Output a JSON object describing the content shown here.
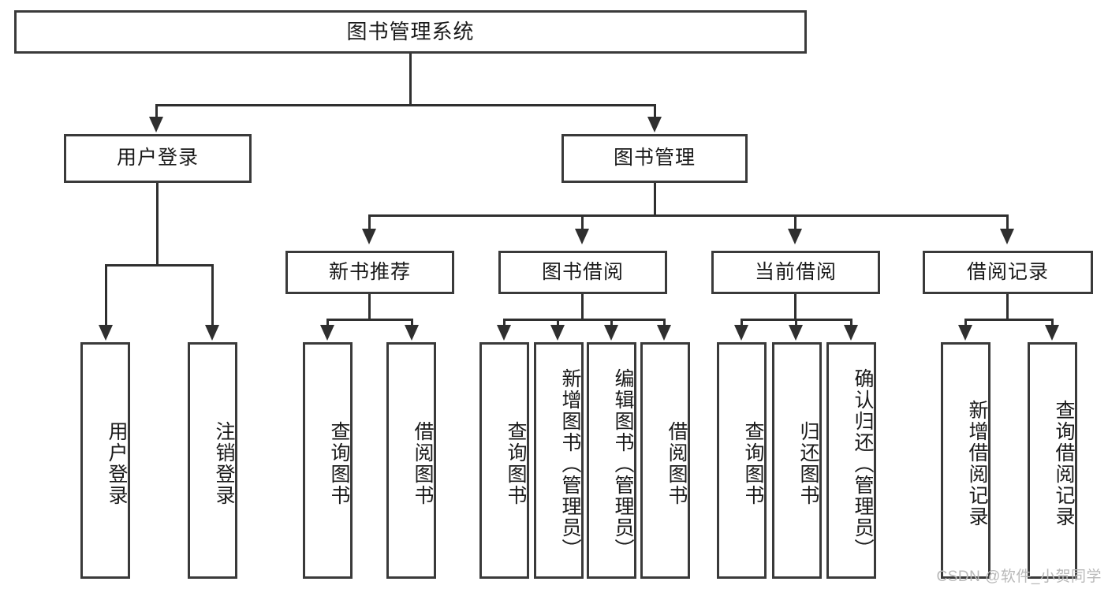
{
  "diagram": {
    "type": "tree-hierarchy",
    "title": "图书管理系统",
    "orientation": "top-down",
    "colors": {
      "box_border": "#3a3a3a",
      "box_fill": "#ffffff",
      "connector": "#2f2f2f",
      "text": "#1a1a1a",
      "watermark": "#b9b9b9"
    }
  },
  "nodes": {
    "root": {
      "label": "图书管理系统"
    },
    "level2": [
      {
        "id": "user-login",
        "label": "用户登录"
      },
      {
        "id": "book-management",
        "label": "图书管理"
      }
    ],
    "level3": [
      {
        "id": "new-book-recommend",
        "label": "新书推荐"
      },
      {
        "id": "book-borrow",
        "label": "图书借阅"
      },
      {
        "id": "current-borrow",
        "label": "当前借阅"
      },
      {
        "id": "borrow-record",
        "label": "借阅记录"
      }
    ],
    "leaves": {
      "user_login": [
        {
          "id": "leaf-user-login",
          "label": "用户登录"
        },
        {
          "id": "leaf-logout-login",
          "label": "注销登录"
        }
      ],
      "new_book_recommend": [
        {
          "id": "leaf-query-book-1",
          "label": "查询图书"
        },
        {
          "id": "leaf-borrow-book-1",
          "label": "借阅图书"
        }
      ],
      "book_borrow": [
        {
          "id": "leaf-query-book-2",
          "label": "查询图书"
        },
        {
          "id": "leaf-add-book",
          "label": "新增图书（管理员）"
        },
        {
          "id": "leaf-edit-book",
          "label": "编辑图书（管理员）"
        },
        {
          "id": "leaf-borrow-book-2",
          "label": "借阅图书"
        }
      ],
      "current_borrow": [
        {
          "id": "leaf-query-book-3",
          "label": "查询图书"
        },
        {
          "id": "leaf-return-book",
          "label": "归还图书"
        },
        {
          "id": "leaf-confirm-return",
          "label": "确认归还（管理员）"
        }
      ],
      "borrow_record": [
        {
          "id": "leaf-add-record",
          "label": "新增借阅记录"
        },
        {
          "id": "leaf-query-record",
          "label": "查询借阅记录"
        }
      ]
    }
  },
  "watermark": {
    "text": "CSDN @软件_小贺同学"
  }
}
